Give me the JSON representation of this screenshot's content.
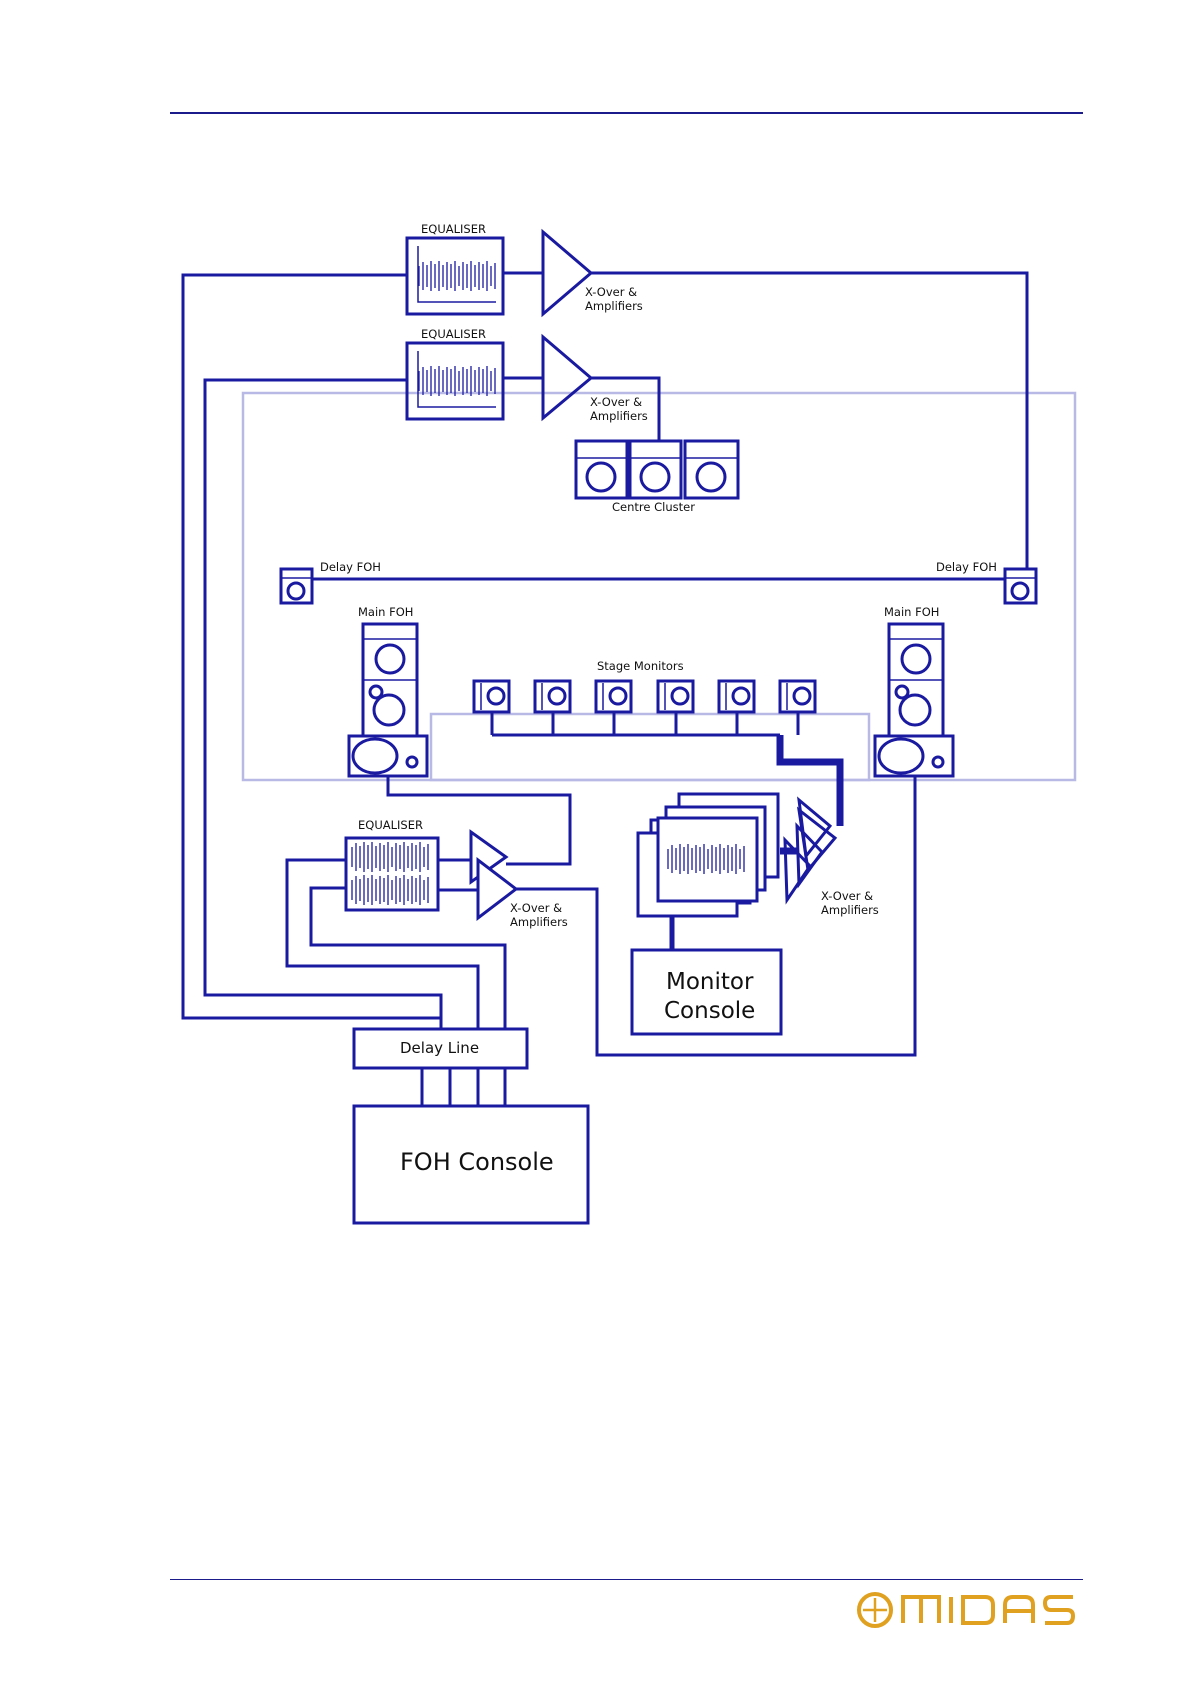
{
  "colors": {
    "line": "#1a1aa0",
    "stage_outline": "#b9b9e6",
    "rule": "#1b1b8c",
    "logo": "#e0a020"
  },
  "logo_text": "MIDAS",
  "diagram": {
    "eq_top": "EQUALISER",
    "eq_second": "EQUALISER",
    "eq_bottom": "EQUALISER",
    "amp1_line1": "X-Over &",
    "amp1_line2": "Amplifiers",
    "amp2_line1": "X-Over &",
    "amp2_line2": "Amplifiers",
    "amp_foh_line1": "X-Over &",
    "amp_foh_line2": "Amplifiers",
    "amp_mon_line1": "X-Over &",
    "amp_mon_line2": "Amplifiers",
    "centre_cluster": "Centre Cluster",
    "delay_foh_left": "Delay FOH",
    "delay_foh_right": "Delay FOH",
    "main_foh_left": "Main FOH",
    "main_foh_right": "Main FOH",
    "stage_monitors": "Stage Monitors",
    "monitor_console_line1": "Monitor",
    "monitor_console_line2": "Console",
    "delay_line": "Delay Line",
    "foh_console": "FOH Console"
  }
}
